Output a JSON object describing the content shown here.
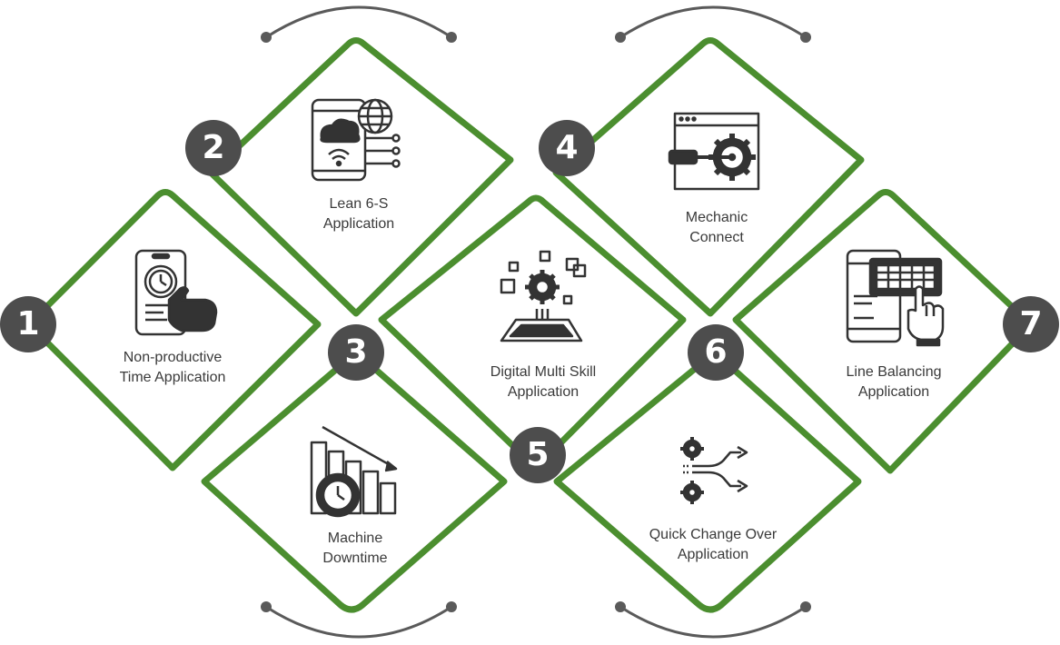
{
  "steps": [
    {
      "number": "1",
      "line1": "Non-productive",
      "line2": "Time Application",
      "icon": "touch-clock-phone-icon"
    },
    {
      "number": "2",
      "line1": "Lean 6-S",
      "line2": "Application",
      "icon": "cloud-wifi-phone-icon"
    },
    {
      "number": "3",
      "line1": "Machine",
      "line2": "Downtime",
      "icon": "declining-chart-clock-icon"
    },
    {
      "number": "4",
      "line1": "Mechanic",
      "line2": "Connect",
      "icon": "browser-gear-wrench-icon"
    },
    {
      "number": "5",
      "line1": "Digital Multi Skill",
      "line2": "Application",
      "icon": "digital-gear-platform-icon"
    },
    {
      "number": "6",
      "line1": "Quick Change Over",
      "line2": "Application",
      "icon": "gears-arrows-icon"
    },
    {
      "number": "7",
      "line1": "Line Balancing",
      "line2": "Application",
      "icon": "screen-hand-table-icon"
    }
  ],
  "colors": {
    "frame": "#4b8e2f",
    "badge": "#4d4d4d",
    "text": "#3a3a3a",
    "icon": "#333333",
    "connector": "#5a5a5a"
  }
}
